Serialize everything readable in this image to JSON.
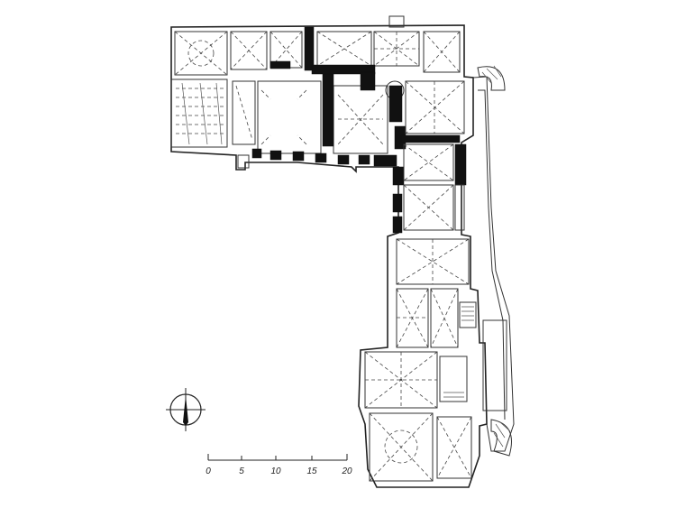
{
  "scale_bar": {
    "ticks": [
      "0",
      "5",
      "10",
      "15",
      "20"
    ]
  },
  "compass": {
    "icon": "north-arrow-icon"
  }
}
